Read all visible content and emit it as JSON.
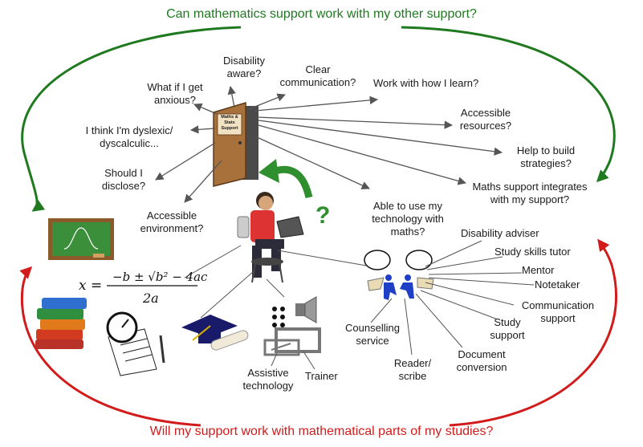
{
  "titles": {
    "top": "Can mathematics support work with my other support?",
    "bottom": "Will my support work with mathematical parts of my studies?"
  },
  "door": {
    "sign": "Maths & Stats Support"
  },
  "questions": {
    "disability_aware": "Disability\naware?",
    "clear_communication": "Clear\ncommunication?",
    "work_with_how_i_learn": "Work with how I learn?",
    "accessible_resources": "Accessible\nresources?",
    "help_build_strategies": "Help to build\nstrategies?",
    "integrates": "Maths support integrates\nwith my support?",
    "use_technology": "Able to use my\ntechnology with\nmaths?",
    "anxious": "What if I get\nanxious?",
    "dyslexic": "I think I'm dyslexic/\ndyscalculic...",
    "disclose": "Should I\ndisclose?",
    "environment": "Accessible\nenvironment?"
  },
  "support_roles": {
    "disability_adviser": "Disability adviser",
    "study_skills_tutor": "Study skills tutor",
    "mentor": "Mentor",
    "notetaker": "Notetaker",
    "communication_support": "Communication\nsupport",
    "study_support": "Study\nsupport",
    "document_conversion": "Document\nconversion",
    "reader_scribe": "Reader/\nscribe",
    "counselling_service": "Counselling\nservice",
    "trainer": "Trainer",
    "assistive_technology": "Assistive\ntechnology"
  },
  "formula": {
    "lhs": "x =",
    "numerator": "−b ± √b² − 4ac",
    "denominator": "2a"
  },
  "colors": {
    "green": "#1f7a1f",
    "red": "#d21c1c",
    "arrow_gray": "#555555",
    "door_brown": "#8a5a2b",
    "board_green": "#3b8f3b"
  }
}
